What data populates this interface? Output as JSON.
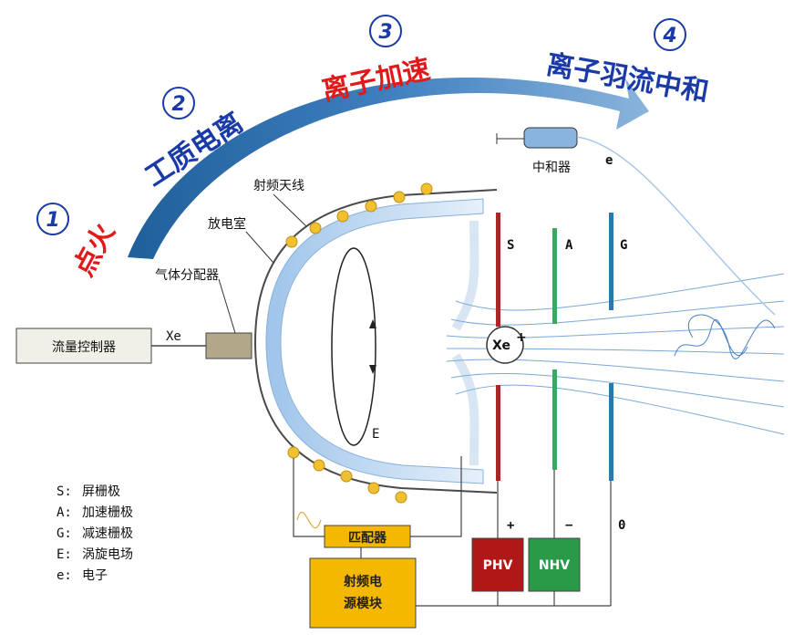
{
  "stages": [
    {
      "number": "1",
      "label": "点火"
    },
    {
      "number": "2",
      "label": "工质电离"
    },
    {
      "number": "3",
      "label": "离子加速"
    },
    {
      "number": "4",
      "label": "离子羽流中和"
    }
  ],
  "labels": {
    "neutralizer": "中和器",
    "electron": "e",
    "rf_antenna": "射频天线",
    "discharge_chamber": "放电室",
    "gas_distributor": "气体分配器",
    "flow_controller": "流量控制器",
    "xe": "Xe",
    "ion": "Xe",
    "ion_charge": "+",
    "eddy_field": "E",
    "grid_s": "S",
    "grid_a": "A",
    "grid_g": "G",
    "matcher": "匹配器",
    "rf_module_line1": "射频电",
    "rf_module_line2": "源模块",
    "phv": "PHV",
    "nhv": "NHV",
    "plus": "+",
    "minus": "−",
    "zero": "0"
  },
  "legend": [
    {
      "key": "S:",
      "text": "屏栅极"
    },
    {
      "key": "A:",
      "text": "加速栅极"
    },
    {
      "key": "G:",
      "text": "减速栅极"
    },
    {
      "key": "E:",
      "text": "涡旋电场"
    },
    {
      "key": "e:",
      "text": "电子"
    }
  ],
  "colors": {
    "stage_blue": "#1a3aa8",
    "stage_red": "#e01a1a",
    "arrow_blue": "#3a7ab8",
    "grid_s": "#a82828",
    "grid_a": "#3aa860",
    "grid_g": "#2a78b0",
    "phv_box": "#b01818",
    "nhv_box": "#2a9a48",
    "module_box": "#f5b800",
    "antenna_dot": "#f0c030"
  }
}
